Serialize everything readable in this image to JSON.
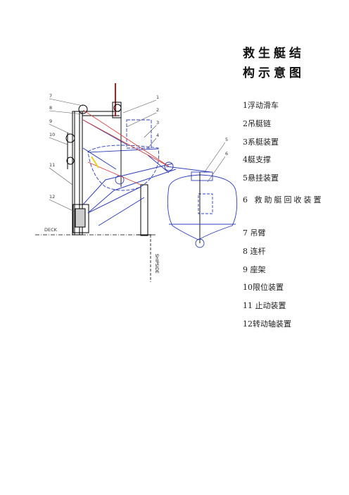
{
  "title_lines": [
    "救生艇结",
    "构示意图"
  ],
  "legend": [
    "1浮动滑车",
    "2吊艇链",
    "3系艇装置",
    "4艇支撑",
    "5悬挂装置",
    "6 救助艇回收装置",
    "7 吊臂",
    "8 连杆",
    "9 座架",
    "10限位装置",
    "11 止动装置",
    "12转动轴装置"
  ],
  "callouts": [
    "7",
    "8",
    "9",
    "10",
    "11",
    "12",
    "1",
    "2",
    "3",
    "4",
    "5",
    "6"
  ],
  "drawing_text": {
    "deck": "DECK",
    "shipside": "SHIPSIDE"
  },
  "colors": {
    "structure": "#2f3fb8",
    "ink": "#000000",
    "accent_red": "#d63a3a",
    "accent_yellow": "#e8d21a"
  }
}
